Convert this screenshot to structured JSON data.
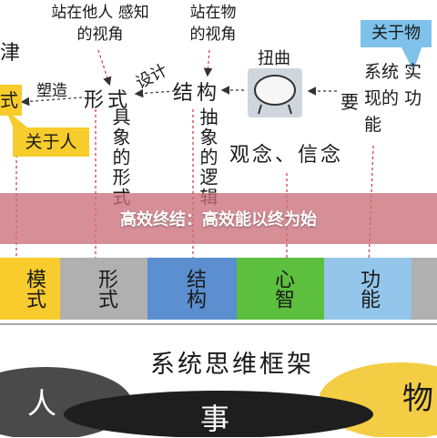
{
  "top": {
    "left_partial": "津",
    "observer_label": "站在他人 感知的视角",
    "object_label": "站在物 的视角",
    "twist": "扭曲",
    "shape_label": "塑造",
    "design_label": "设计",
    "form": "形式",
    "structure": "结构",
    "need": "要",
    "about_person": "关于人",
    "about_object": "关于物",
    "system_function": "系统 实现的 功能",
    "form_vertical": "具象的形式",
    "structure_vertical": "抽象的逻辑",
    "concept_belief": "观念、信念",
    "mode_partial": "式"
  },
  "banner": {
    "text": "高效终结：高效能以终为始"
  },
  "chain": {
    "items": [
      {
        "label": "模式",
        "color": "#f7cc2c"
      },
      {
        "label": "形式",
        "color": "#b0b0b0"
      },
      {
        "label": "结构",
        "color": "#5b8fcf"
      },
      {
        "label": "心智",
        "color": "#5cbf3d"
      },
      {
        "label": "功能",
        "color": "#93c6ea"
      }
    ]
  },
  "bottom": {
    "title": "系统思维框架",
    "person": "人",
    "matter": "事",
    "object": "物"
  }
}
